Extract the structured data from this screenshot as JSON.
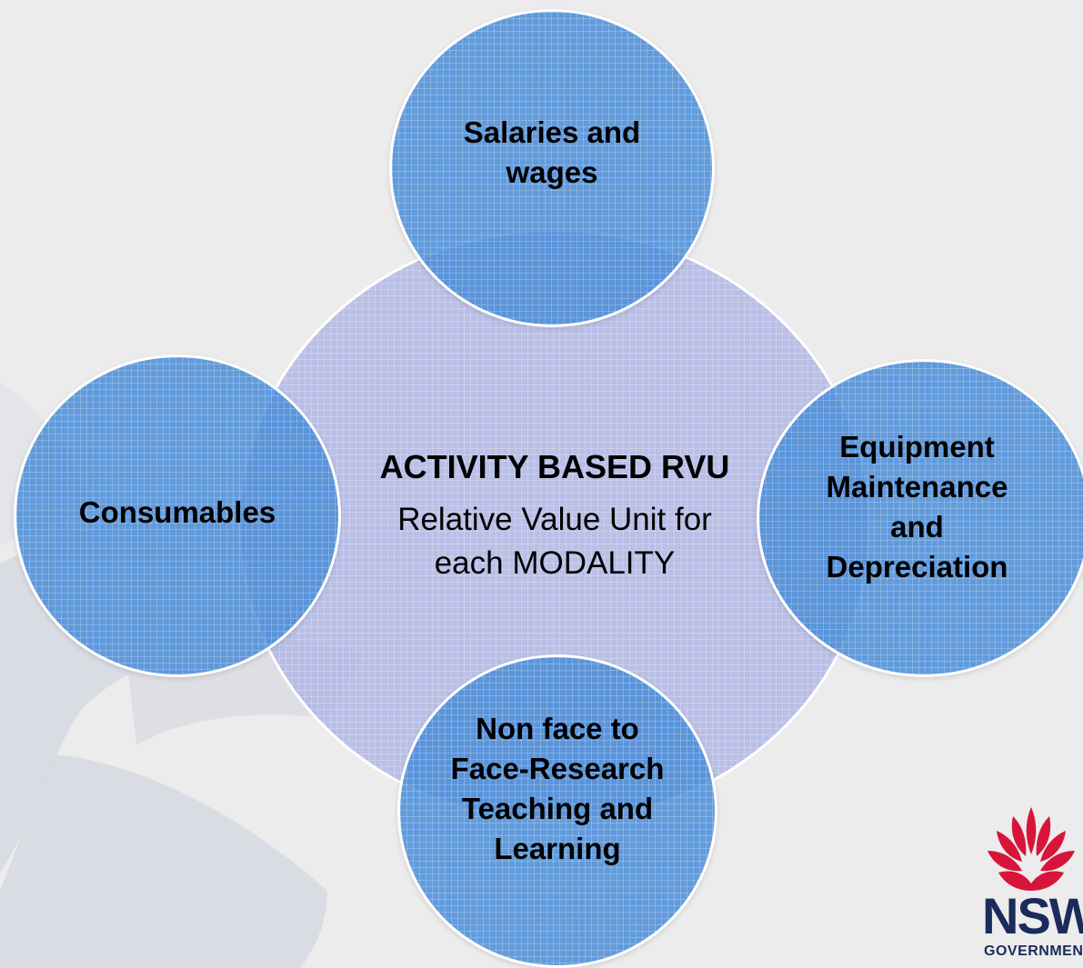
{
  "diagram": {
    "center": {
      "title": "ACTIVITY BASED RVU",
      "subtitle": "Relative Value Unit for each MODALITY"
    },
    "satellites": {
      "top": "Salaries and wages",
      "left": "Consumables",
      "right": "Equipment Maintenance and Depreciation",
      "bottom": "Non face to Face-Research Teaching and Learning"
    }
  },
  "logo": {
    "wordmark": "NSW",
    "sub": "GOVERNMENT"
  },
  "colors": {
    "background": "#ececec",
    "center_fill": "#afb4e4",
    "satellite_fill": "#488cd8",
    "logo_red": "#d7153a",
    "logo_navy": "#1a2b5c"
  }
}
